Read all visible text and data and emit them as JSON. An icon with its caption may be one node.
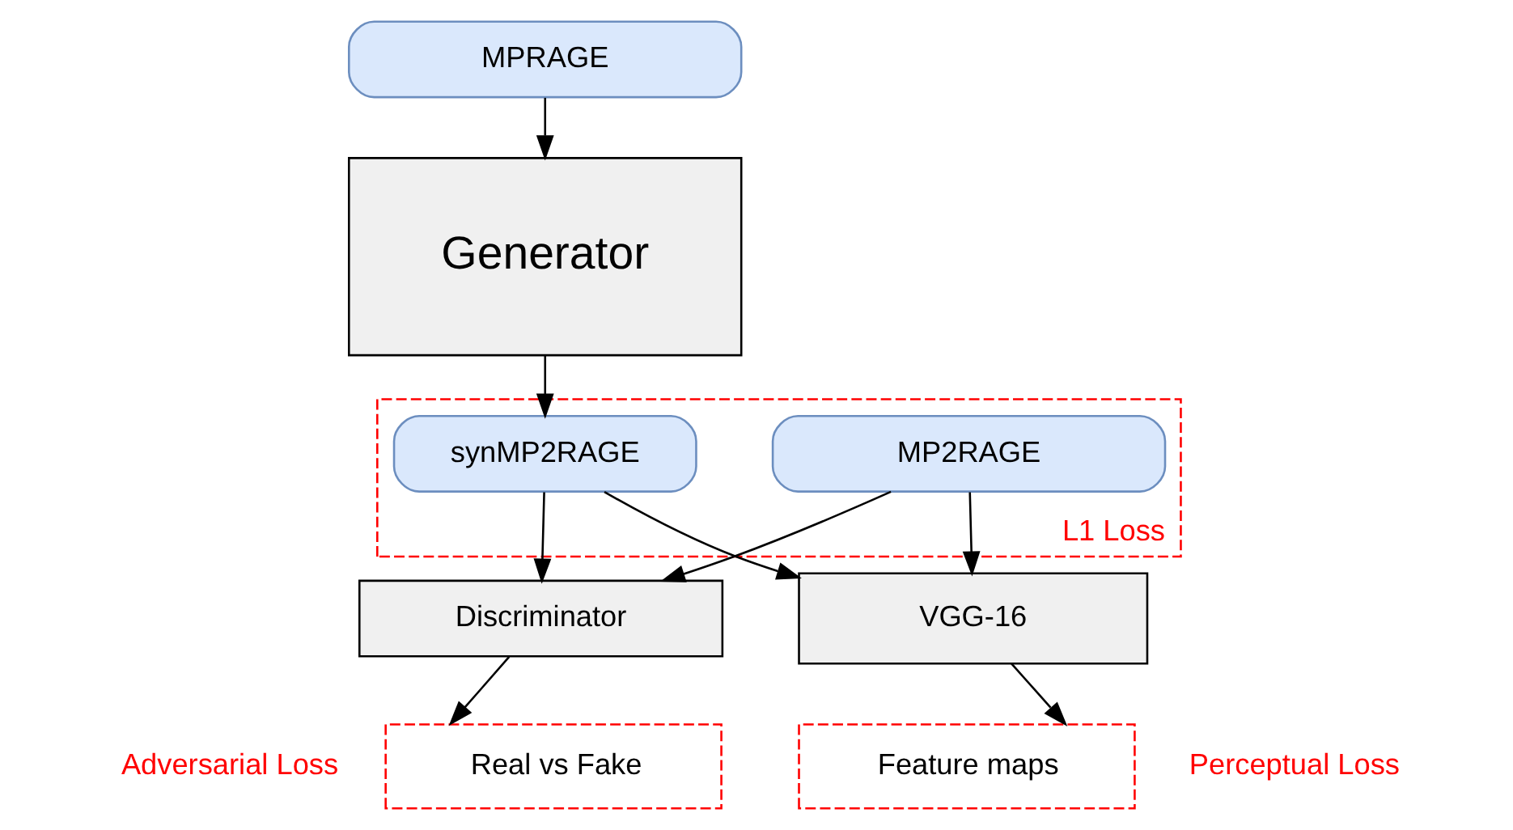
{
  "diagram": {
    "nodes": [
      {
        "text": [
          "MPRAGE"
        ]
      },
      {
        "text": [
          "Generator"
        ]
      },
      {
        "text": [],
        "shape": "box",
        "beside": [
          "L1 Loss"
        ]
      },
      {
        "text": [
          "synMP2RAGE"
        ],
        "in": 2
      },
      {
        "text": [
          "MP2RAGE"
        ],
        "in": 2
      },
      {
        "text": [
          "Discriminator"
        ]
      },
      {
        "text": [
          "VGG-16"
        ]
      },
      {
        "text": [
          "Real vs Fake"
        ],
        "beside": [
          "Adversarial Loss"
        ]
      },
      {
        "text": [
          "Feature maps"
        ],
        "beside": [
          "Perceptual Loss"
        ]
      }
    ],
    "edges": [
      {
        "from": 0,
        "to": 1,
        "arrow": "to"
      },
      {
        "from": 1,
        "to": 3,
        "arrow": "to"
      },
      {
        "from": 3,
        "to": 5,
        "arrow": "to"
      },
      {
        "from": 4,
        "to": 5,
        "arrow": "to"
      },
      {
        "from": 3,
        "to": 6,
        "arrow": "to"
      },
      {
        "from": 4,
        "to": 6,
        "arrow": "to"
      },
      {
        "from": 5,
        "to": 7,
        "arrow": "to"
      },
      {
        "from": 6,
        "to": 8,
        "arrow": "to"
      }
    ]
  }
}
